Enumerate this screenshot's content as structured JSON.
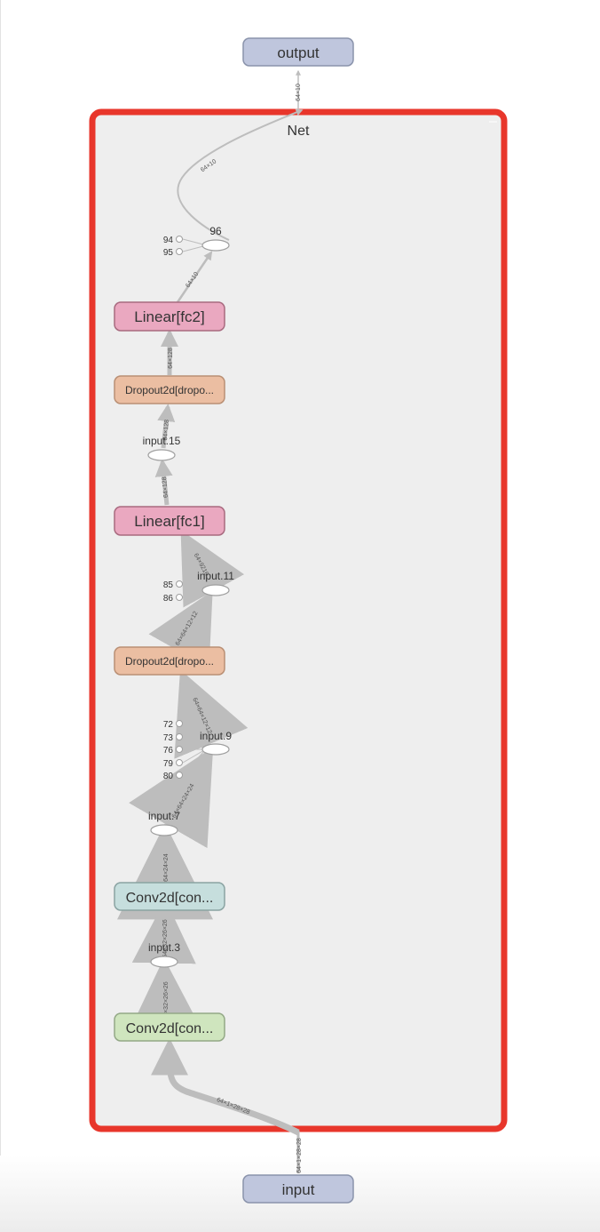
{
  "graph": {
    "container_label": "Net",
    "input_node": "input",
    "output_node": "output",
    "nodes": {
      "linear_fc2": "Linear[fc2]",
      "dropout_b": "Dropout2d[dropo...",
      "linear_fc1": "Linear[fc1]",
      "dropout_a": "Dropout2d[dropo...",
      "conv2": "Conv2d[con...",
      "conv1": "Conv2d[con..."
    },
    "ops": {
      "op_96": "96",
      "input_15": "input.15",
      "input_11": "input.11",
      "input_9": "input.9",
      "input_7": "input.7",
      "input_3": "input.3"
    },
    "constants": {
      "c94": "94",
      "c95": "95",
      "c85": "85",
      "c86": "86",
      "c72": "72",
      "c73": "73",
      "c76": "76",
      "c79": "79",
      "c80": "80"
    },
    "edge_labels": {
      "e_top": "64×10",
      "e_net_to_96": "64×10",
      "e_fc2_to_96": "64×10",
      "e_drop_to_fc2": "64×128",
      "e_in15_to_drop": "64×128",
      "e_fc1_to_in15": "64×128",
      "e_in11_to_fc1": "64×9216",
      "e_drop_to_in11": "64×64×12×12",
      "e_in9_to_drop": "64×64×12×12",
      "e_in7_to_in9": "64×64×24×24",
      "e_conv2_to_in7": "64×64×24×24",
      "e_in3_to_conv2": "64×32×26×26",
      "e_conv1_to_in3": "64×32×26×26",
      "e_input_to_conv1": "64×1×28×28",
      "e_input_bottom": "64×1×28×28"
    },
    "colors": {
      "container_border": "#e8362b",
      "container_fill": "#eeeeee",
      "io_fill": "#bfc6dd",
      "linear_fill": "#eaa8c0",
      "dropout_fill": "#ebbea2",
      "conv2_fill": "#c6dedd",
      "conv1_fill": "#cfe5be",
      "edge": "#bdbdbd"
    }
  }
}
